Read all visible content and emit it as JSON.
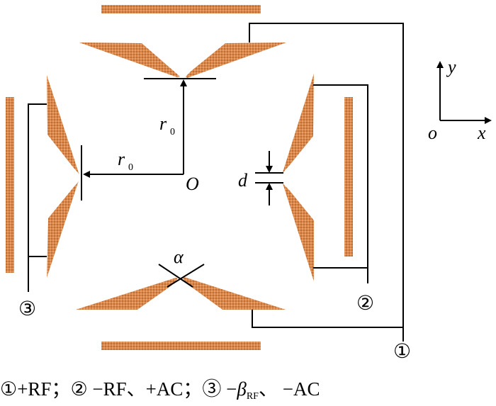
{
  "colors": {
    "electrode": "#d9874b",
    "electrode_dark": "#b5652c",
    "line": "#000000"
  },
  "labels": {
    "r0_vertical": "r",
    "r0_vertical_sub": "0",
    "r0_horizontal": "r",
    "r0_horizontal_sub": "0",
    "origin_O": "O",
    "gap_d": "d",
    "angle_alpha": "α",
    "axis_y": "y",
    "axis_x": "x",
    "axis_origin": "o",
    "terminal_1": "①",
    "terminal_2": "②",
    "terminal_3": "③"
  },
  "caption": {
    "part1": "①+RF；② −RF、+AC；③ −",
    "beta": "β",
    "beta_sub": "RF",
    "part2": "、 −AC"
  }
}
